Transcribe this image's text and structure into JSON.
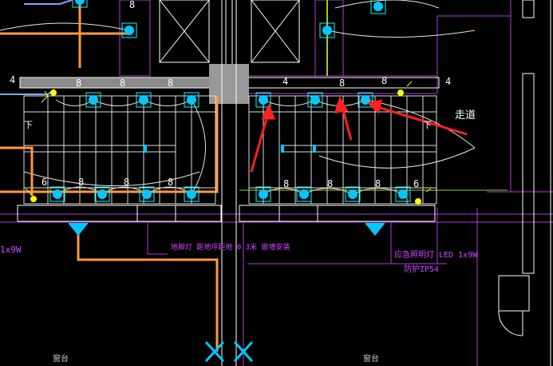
{
  "app": {
    "title": "CAD electrical lighting plan",
    "colors": {
      "background": "#000000",
      "wall": "#ffffff",
      "room": "#b23bd6",
      "grid": "#ffffff",
      "stair": "#e0e0e0",
      "lamp": "#00c8ff",
      "lamp_box": "#00ffff",
      "orange_wire": "#ff9a3c",
      "blue_wire": "#8aa0ff",
      "green_wire": "#9acd32",
      "yellow": "#ffff00",
      "red_arrow": "#ff2020",
      "annotation": "#d048ff",
      "column": "#888888"
    }
  },
  "labels": {
    "num_4_left": "4",
    "num_4_mid": "4",
    "num_4_right": "4",
    "num_8": "8",
    "num_6": "6",
    "down_left": "下",
    "down_right": "下",
    "corridor": "走道",
    "annot_mid": "地脚灯 距地坪距地 0.3米 嵌墙安装",
    "annot_right_1": "应急照明灯 LED 1x9W",
    "annot_right_2": "防护IP54",
    "annot_left": "1x9W",
    "bottom_left": "窗台",
    "bottom_right": "窗台"
  }
}
